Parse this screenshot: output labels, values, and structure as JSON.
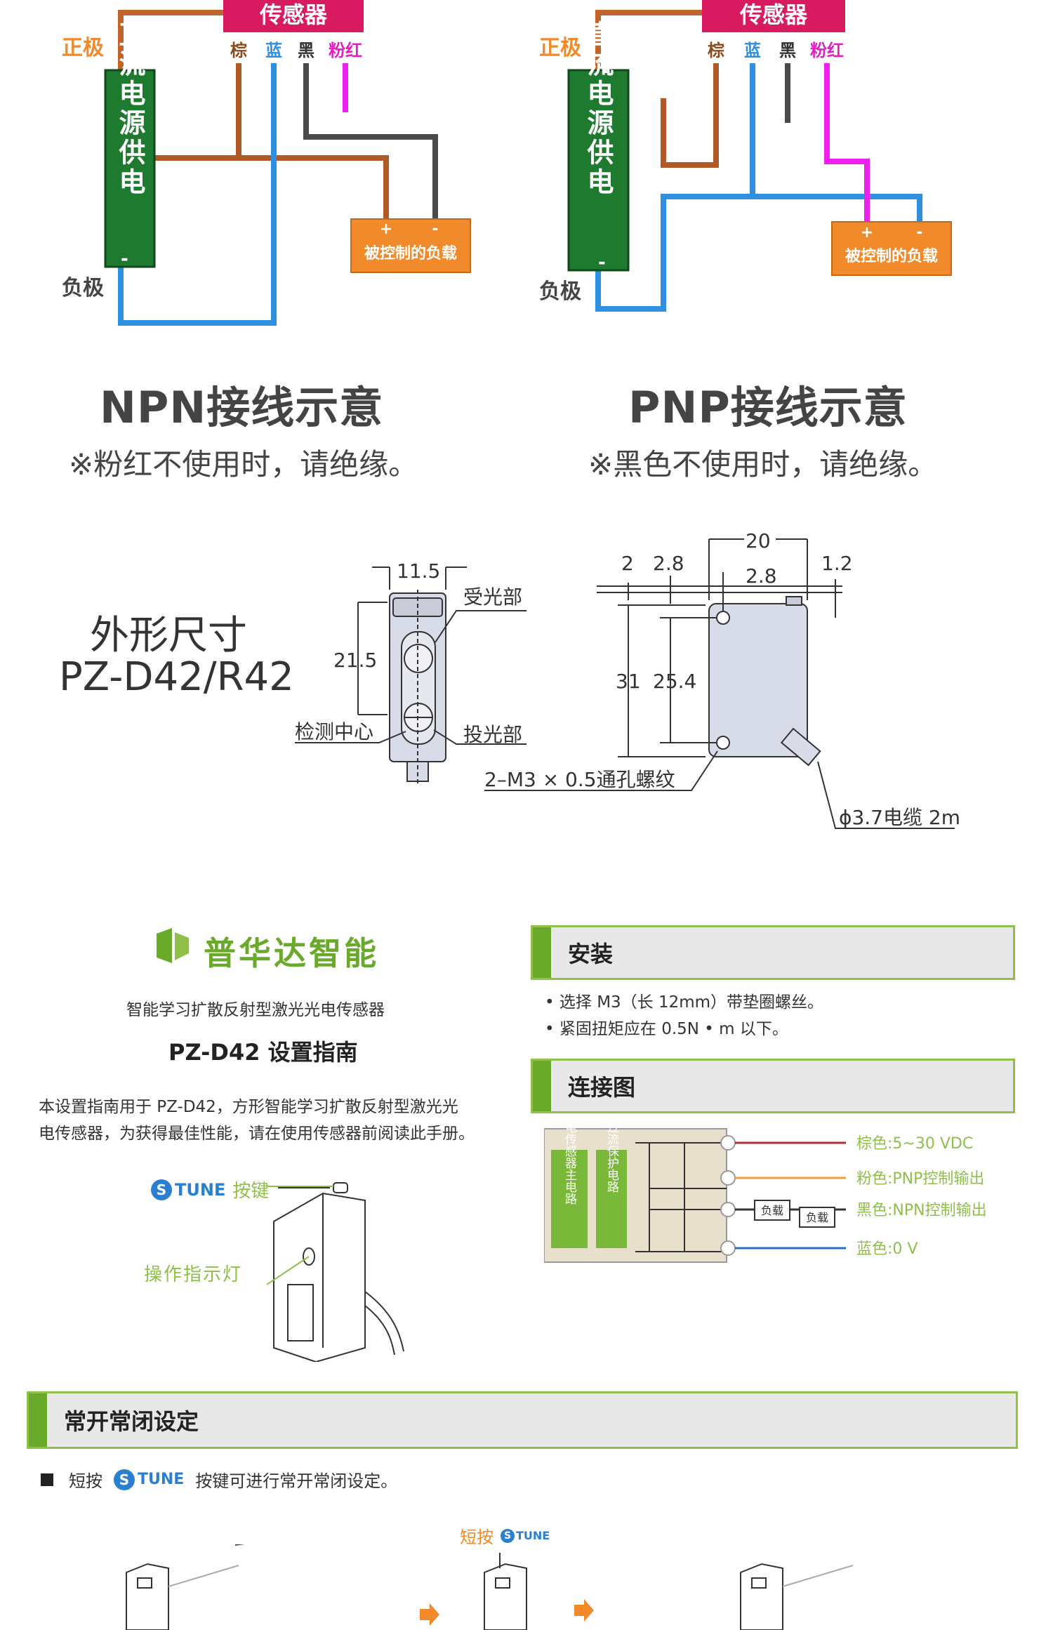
{
  "wiring": {
    "sensor_label": "传感器",
    "positive": "正极",
    "negative": "负极",
    "dc_supply": "直流电源供电",
    "wire_brown": "棕",
    "wire_blue": "蓝",
    "wire_black": "黑",
    "wire_pink": "粉红",
    "load": "被控制的负载",
    "plus": "+",
    "minus": "-",
    "npn_title": "NPN接线示意",
    "npn_note": "※粉红不使用时，请绝缘。",
    "pnp_title": "PNP接线示意",
    "pnp_note": "※黑色不使用时，请绝缘。"
  },
  "dimensions": {
    "title_line1": "外形尺寸",
    "title_line2": "PZ-D42/R42",
    "d_11_5": "11.5",
    "d_21_5": "21.5",
    "receiver": "受光部",
    "detect_center": "检测中心",
    "emitter": "投光部",
    "d_20": "20",
    "d_2": "2",
    "d_2_8a": "2.8",
    "d_2_8b": "2.8",
    "d_1_2": "1.2",
    "d_31": "31",
    "d_25_4": "25.4",
    "screw": "2–M3 × 0.5通孔螺纹",
    "cable": "ϕ3.7电缆 2m"
  },
  "guide": {
    "brand": "普华达智能",
    "subtitle": "智能学习扩散反射型激光光电传感器",
    "title": "PZ-D42  设置指南",
    "intro_line1": "本设置指南用于 PZ-D42，方形智能学习扩散反射型激光光",
    "intro_line2": "电传感器，为获得最佳性能，请在使用传感器前阅读此手册。",
    "tune_word": "TUNE",
    "tune_key": "按键",
    "indicator": "操作指示灯"
  },
  "install": {
    "heading": "安装",
    "bullet1": "• 选择 M3（长 12mm）带垫圈螺丝。",
    "bullet2": "• 紧固扭矩应在 0.5N • m 以下。"
  },
  "connection": {
    "heading": "连接图",
    "main_circuit": "光电传感器主电路",
    "protect": "过流保护电路",
    "load1": "负载",
    "load2": "负载",
    "brown": "棕色:5~30 VDC",
    "pink": "粉色:PNP控制输出",
    "black": "黑色:NPN控制输出",
    "blue": "蓝色:0 V"
  },
  "noc": {
    "heading": "常开常闭设定",
    "instr_pre": "短按",
    "instr_post": "按键可进行常开常闭设定。",
    "short_press": "短按",
    "tune_word": "TUNE"
  }
}
